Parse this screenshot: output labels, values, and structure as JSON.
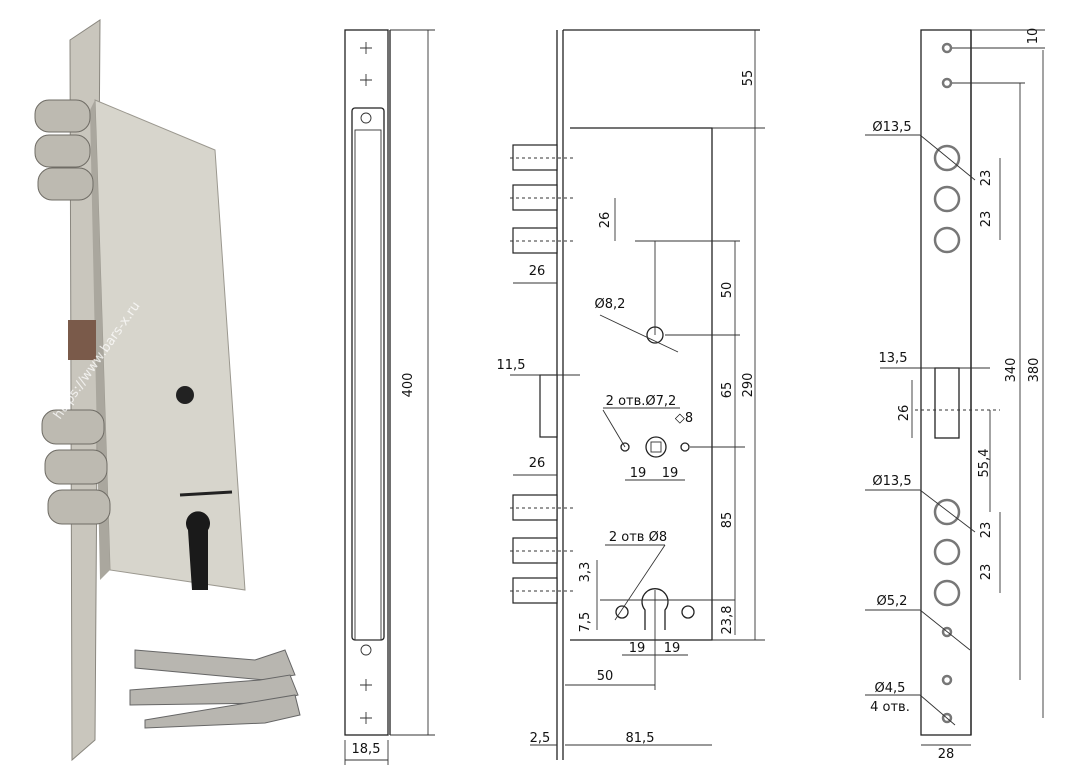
{
  "photo": {
    "watermark": "https://www.bars-x.ru"
  },
  "faceplate": {
    "length": "400",
    "width": "18,5"
  },
  "body": {
    "top_offset": "55",
    "bolt_spacing": "26",
    "bolt_projection_top": "26",
    "spindle_hole": "Ø8,2",
    "spindle_to_handle": "50",
    "latch_offset": "11,5",
    "handle_to_center": "65",
    "total_height": "290",
    "handle_holes": "2 отв.Ø7,2",
    "square_spindle": "◇8",
    "handle_hole_spacing_left": "19",
    "handle_hole_spacing_right": "19",
    "bolt_projection_bottom": "26",
    "center_to_cylinder": "85",
    "cylinder_holes": "2 отв Ø8",
    "cyl_offset_a": "3,3",
    "cyl_offset_b": "7,5",
    "cylinder_to_bottom": "23,8",
    "cyl_hole_spacing_left": "19",
    "cyl_hole_spacing_right": "19",
    "backset": "50",
    "faceplate_thickness": "2,5",
    "body_width": "81,5"
  },
  "strike": {
    "top_offset": "10",
    "hole_diam_top": "Ø13,5",
    "spacing_1": "23",
    "spacing_2": "23",
    "latch_width": "13,5",
    "latch_height": "26",
    "span_340": "340",
    "span_380": "380",
    "latch_to_holes": "55,4",
    "hole_diam_bottom": "Ø13,5",
    "spacing_3": "23",
    "spacing_4": "23",
    "screw_hole": "Ø5,2",
    "mount_hole": "Ø4,5",
    "mount_count": "4 отв.",
    "width": "28"
  }
}
